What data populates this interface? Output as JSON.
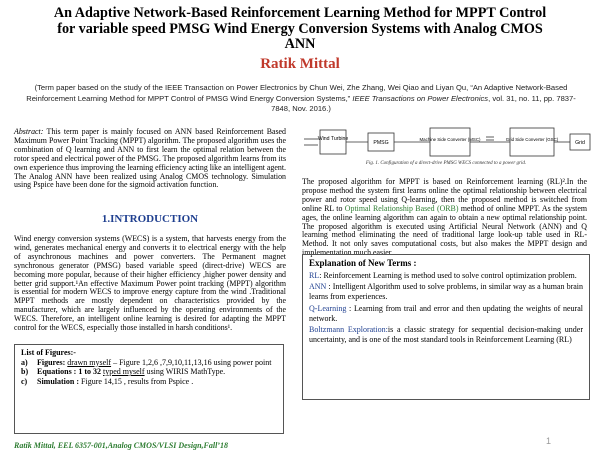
{
  "title_lines": [
    "An Adaptive Network-Based Reinforcement Learning Method for MPPT Control",
    "for variable speed PMSG Wind Energy Conversion Systems with Analog CMOS",
    "ANN"
  ],
  "author": "Ratik Mittal",
  "reference": {
    "pre": "(Term paper based on the study of the IEEE Transaction on Power Electronics by Chun Wei, Zhe Zhang, Wei Qiao and Liyan Qu, “An Adaptive Network-Based Reinforcement Learning Method for MPPT Control of PMSG Wind Energy Conversion Systems,”",
    "journal": "IEEE Transactions on Power Electronics",
    "post": ", vol. 31, no. 11, pp. 7837-7848, Nov. 2016.)"
  },
  "abstract": {
    "label": "Abstract:",
    "text": " This term paper is mainly focused on ANN based Reinforcement Based Maximum Power Point Tracking (MPPT) algorithm. The proposed algorithm uses the combination of Q learning and ANN to first learn the optimal relation between the rotor speed and electrical power of the PMSG. The proposed algorithm learns from its own experience thus improving the learning efficiency acting like an intelligent agent. The Analog ANN have been realized using Analog CMOS technology. Simulation using Pspice have been done for the sigmoid activation function."
  },
  "intro_heading": "1.INTRODUCTION",
  "intro_text": "Wind energy conversion systems (WECS)  is a system, that harvests energy from the wind, generates mechanical energy and converts it to electrical energy with the help of asynchronous machines and power converters. The Permanent magnet synchronous generator (PMSG) based variable speed (direct-drive) WECS are becoming more popular, because of their higher efficiency ,higher power density and better grid support.¹An effective Maximum Power point tracking (MPPT) algorithm is essential for modern WECS to improve energy capture from the wind .Traditional MPPT methods are mostly dependent on characteristics provided by the manufacturer, which are largely influenced by the operating environments of the WECS. Therefore, an intelligent online learning is desired for adapting the MPPT control for the WECS, especially those installed in harsh conditions¹.",
  "figures_box": {
    "heading": "List of Figures:-",
    "items": [
      {
        "label": "a)",
        "bold": "Figures:",
        "link": "drawn myself",
        "rest": " – Figure 1,2,6 ,7,9,10,11,13,16 using power point"
      },
      {
        "label": "b)",
        "bold": "Equations : 1 to 32",
        "link": "typed myself",
        "rest": " using WIRIS MathType."
      },
      {
        "label": "c)",
        "bold": "Simulation :",
        "link": "",
        "rest": " Figure 14,15 , results from Pspice ."
      }
    ]
  },
  "diagram": {
    "blocks": [
      "Wind Turbine",
      "PMSG",
      "Machine Side Converter (MSC)",
      "Grid Side Converter (GSC)",
      "Grid"
    ],
    "caption": "Fig. 1. Configuration of a direct-drive PMSG WECS connected to a power grid."
  },
  "right_para": {
    "p1": "The proposed algorithm for MPPT is based on Reinforcement learning (RL)².In the propose method the system first learns online the optimal relationship between electrical power and rotor speed using Q-learning, then the proposed method is switched from online RL to ",
    "green": "Optimal Relationship Based (ORB)",
    "p2": " method of online MPPT. As the system ages, the online learning algorithm can again to obtain a new optimal relationship point. The proposed algorithm is executed using Artificial Neural Network (ANN) and Q learning method eliminating the need of traditional large look-up table used in RL-Method. It not only saves computational costs, but also makes the MPPT design and implementation much easier."
  },
  "explain_box": {
    "heading": "Explanation of New Terms :",
    "items": [
      {
        "term": "RL",
        "text": ": Reinforcement Learning is method used to solve control optimization problem."
      },
      {
        "term": "ANN",
        "text": " : Intelligent Algorithm used to solve problems, in similar way as a human brain learns from experiences."
      },
      {
        "term": "Q-Learning",
        "text": " : Learning from trail and error and then updating the weights of neural network."
      },
      {
        "term": "Boltzmann Exploration:",
        "text": "is a classic strategy for sequential decision-making under uncertainty, and is one of the most standard tools in Reinforcement Learning (RL)"
      }
    ]
  },
  "footer": "Ratik Mittal, EEL 6357-001,Analog CMOS/VLSI Design,Fall’18",
  "page_number": "1"
}
